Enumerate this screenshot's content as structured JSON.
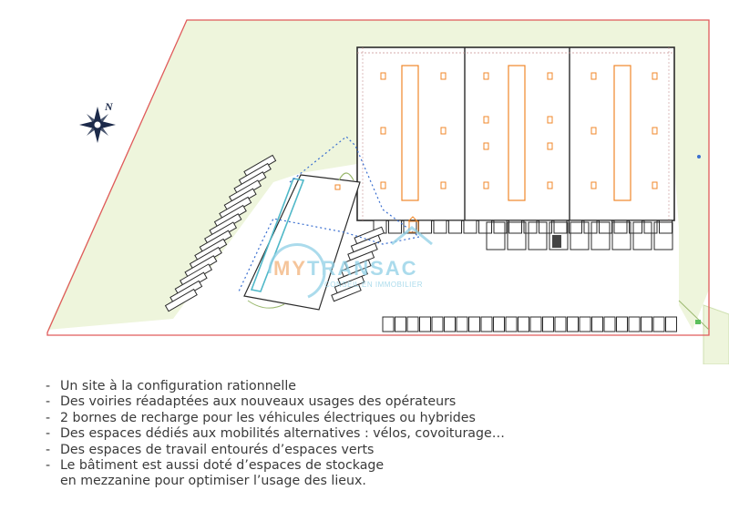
{
  "compass": {
    "label": "N",
    "icon": "compass-rose-icon"
  },
  "watermark": {
    "brand": "MYTRANSAC",
    "brand_part1": "MY",
    "brand_part2": "TRANSAC",
    "tagline": "CONSEIL EN IMMOBILIER",
    "colors": {
      "my": "#f2b27a",
      "transac": "#8fd0e6"
    }
  },
  "colors": {
    "site_outline": "#e05a5a",
    "green_space": "#eef5dc",
    "building_outline": "#2b2b2b",
    "orange_marks": "#f0872a",
    "blue_path": "#3a6fd0",
    "teal_outline": "#4fb8c8",
    "text": "#3a3a3a"
  },
  "bullets": [
    {
      "dash": "-",
      "text": "Un site à la configuration rationnelle"
    },
    {
      "dash": "-",
      "text": "Des voiries réadaptées aux nouveaux usages des opérateurs"
    },
    {
      "dash": "-",
      "text": "2 bornes de recharge pour les véhicules électriques ou hybrides"
    },
    {
      "dash": "-",
      "text": "Des espaces dédiés aux mobilités alternatives : vélos, covoiturage…"
    },
    {
      "dash": "-",
      "text": "Des espaces de travail entourés d’espaces verts"
    },
    {
      "dash": "-",
      "text": "Le bâtiment est aussi doté d’espaces de stockage"
    },
    {
      "dash": "",
      "text": "en mezzanine pour optimiser l’usage des lieux."
    }
  ]
}
